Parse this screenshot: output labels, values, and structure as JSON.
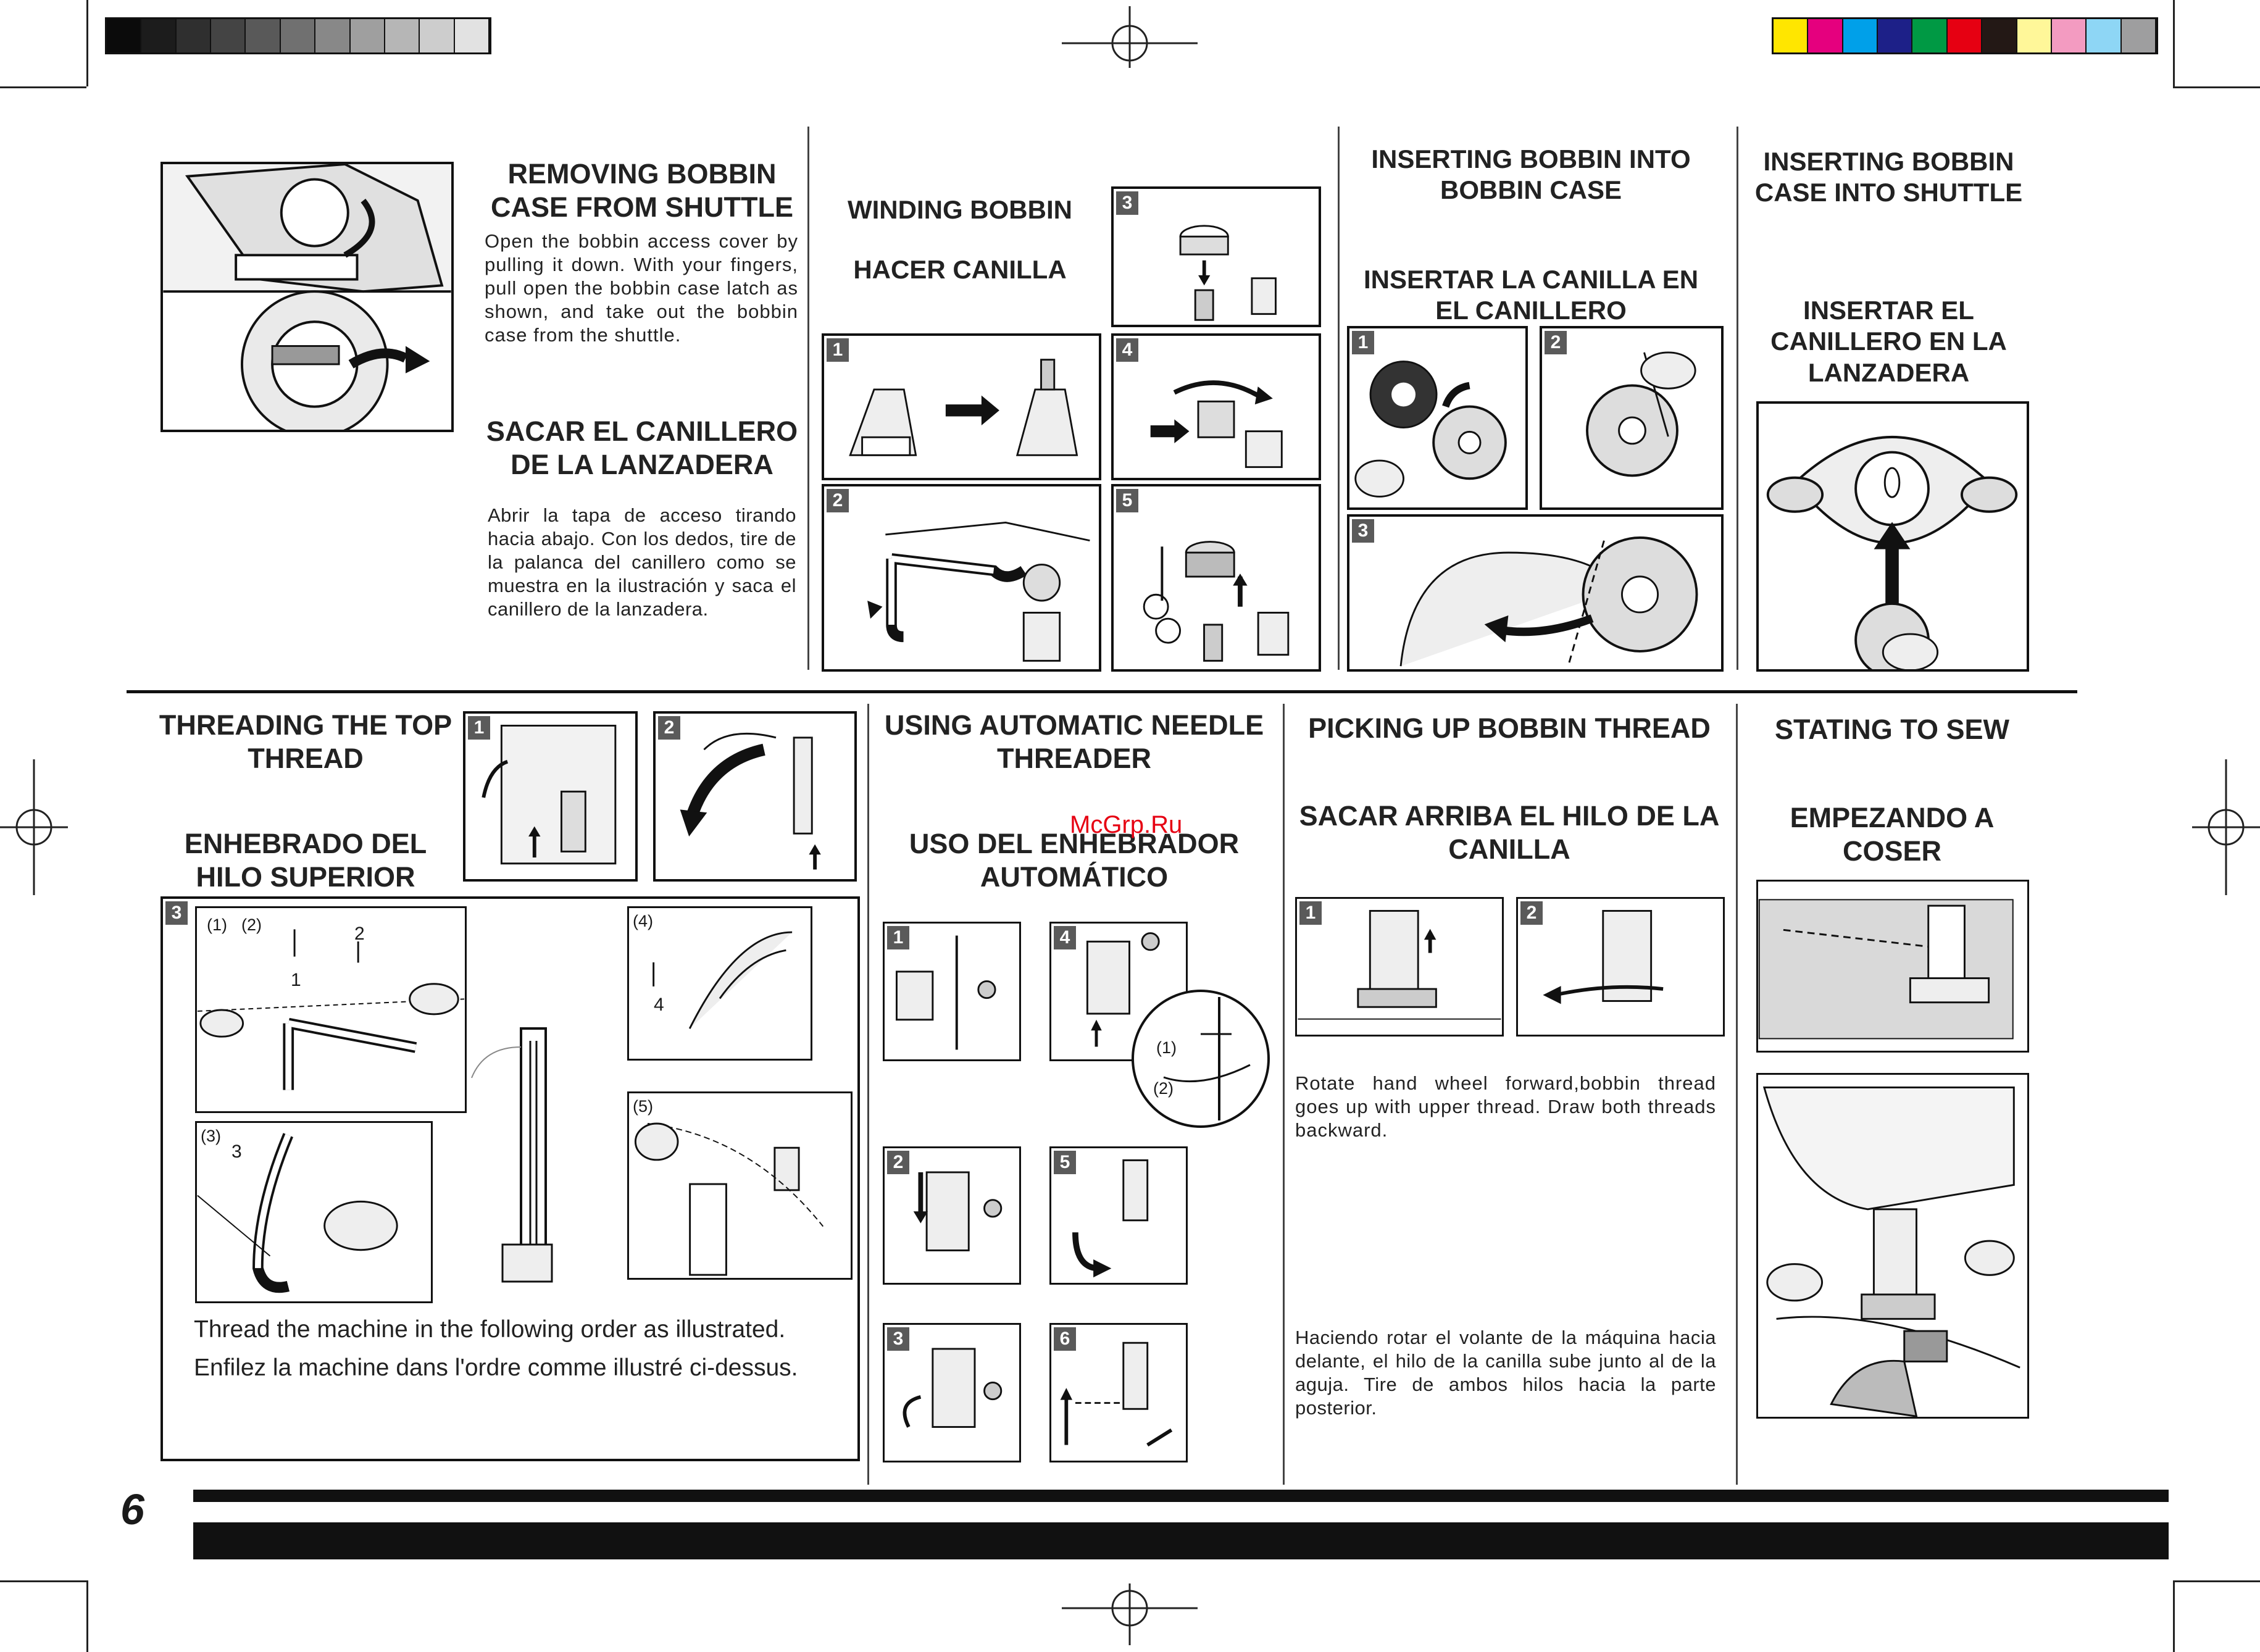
{
  "page_number": "6",
  "watermark": "McGrp.Ru",
  "colors": {
    "grayscale_bar": [
      "#0b0b0b",
      "#1c1c1c",
      "#2f2f2f",
      "#444444",
      "#595959",
      "#707070",
      "#888888",
      "#9f9f9f",
      "#b6b6b6",
      "#cdcdcd",
      "#e2e2e2"
    ],
    "color_bar": [
      "#ffe600",
      "#e5007e",
      "#00a0e9",
      "#1d2088",
      "#009944",
      "#e60012",
      "#231815",
      "#fff799",
      "#f39bc1",
      "#8ed6f5",
      "#9e9e9f"
    ],
    "accent_watermark": "#e60012"
  },
  "sections": {
    "removing_bobbin": {
      "title_en": "REMOVING BOBBIN CASE FROM SHUTTLE",
      "body_en": "Open the bobbin access cover by pulling it down. With your fingers, pull open the bobbin case latch as shown, and take out the bobbin case from the shuttle.",
      "title_es": "SACAR EL CANILLERO DE LA LANZADERA",
      "body_es": "Abrir la tapa de acceso tirando hacia abajo. Con los dedos, tire de la palanca del canillero como se muestra en la ilustración y saca el canillero de la lanzadera."
    },
    "winding_bobbin": {
      "title_en": "WINDING BOBBIN",
      "title_es": "HACER CANILLA",
      "steps": [
        "1",
        "2",
        "3",
        "4",
        "5"
      ]
    },
    "inserting_bobbin_case": {
      "title_en": "INSERTING BOBBIN INTO BOBBIN CASE",
      "title_es": "INSERTAR LA CANILLA EN EL CANILLERO",
      "steps": [
        "1",
        "2",
        "3"
      ]
    },
    "inserting_shuttle": {
      "title_en": "INSERTING BOBBIN CASE INTO SHUTTLE",
      "title_es": "INSERTAR EL CANILLERO EN LA LANZADERA"
    },
    "threading_top": {
      "title_en": "THREADING THE TOP THREAD",
      "title_es": "ENHEBRADO DEL HILO SUPERIOR",
      "steps": [
        "1",
        "2",
        "3"
      ],
      "sub_labels": [
        "(1)",
        "(2)",
        "1",
        "2",
        "(3)",
        "3",
        "(4)",
        "4",
        "(5)"
      ],
      "text_en": "Thread the machine in the following order as illustrated.",
      "text_fr": "Enfilez la machine dans l'ordre comme illustré ci-dessus."
    },
    "needle_threader": {
      "title_en": "USING AUTOMATIC NEEDLE THREADER",
      "title_es": "USO DEL ENHEBRADOR AUTOMÁTICO",
      "steps": [
        "1",
        "2",
        "3",
        "4",
        "5",
        "6"
      ],
      "callouts": [
        "(1)",
        "(2)"
      ]
    },
    "picking_up": {
      "title_en": "PICKING UP BOBBIN THREAD",
      "title_es": "SACAR ARRIBA EL HILO DE LA CANILLA",
      "steps": [
        "1",
        "2"
      ],
      "body_en": "Rotate hand wheel forward,bobbin thread goes up with upper thread. Draw both threads backward.",
      "body_es": "Haciendo rotar el volante de la máquina hacia delante, el hilo de la canilla sube junto al de la aguja. Tire de ambos hilos hacia la parte posterior."
    },
    "starting_sew": {
      "title_en": "STATING TO SEW",
      "title_es": "EMPEZANDO A COSER"
    }
  }
}
